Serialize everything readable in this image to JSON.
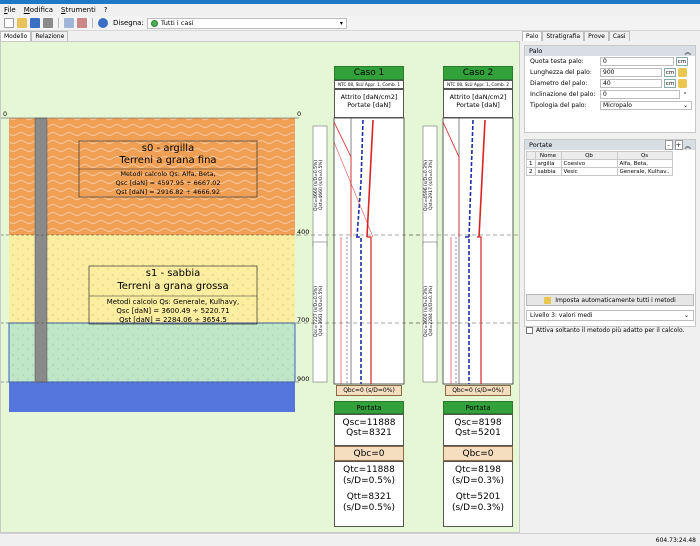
{
  "menu": [
    "File",
    "Modifica",
    "Strumenti",
    "?"
  ],
  "toolbar": {
    "disegna_label": "Disegna:",
    "disegna_value": "Tutti i casi"
  },
  "left_tabs": [
    "Modello",
    "Relazione"
  ],
  "right_tabs": [
    "Palo",
    "Stratigrafia",
    "Prove",
    "Casi"
  ],
  "palo_panel": {
    "title": "Palo",
    "fields": [
      {
        "label": "Quota testa palo:",
        "value": "0",
        "unit": "cm"
      },
      {
        "label": "Lunghezza del palo:",
        "value": "900",
        "unit": "cm"
      },
      {
        "label": "Diametro del palo:",
        "value": "40",
        "unit": "cm"
      },
      {
        "label": "Inclinazione del palo:",
        "value": "0",
        "unit": "°"
      },
      {
        "label": "Tipologia del palo:",
        "value": "Micropalo",
        "unit": ""
      }
    ]
  },
  "portate_panel": {
    "title": "Portate",
    "headers": [
      "Nome",
      "Qb",
      "Qs"
    ],
    "rows": [
      {
        "n": "1",
        "nome": "argilla",
        "qb": "Coesivo",
        "qs": "Alfa, Beta,"
      },
      {
        "n": "2",
        "nome": "sabbia",
        "qb": "Vesic",
        "qs": "Generale, Kulhav.."
      }
    ],
    "auto_button": "Imposta automaticamente tutti i metodi",
    "level_select": "Livello 3: valori medi",
    "checkbox_label": "Attiva soltanto il metodo più adatto per il calcolo."
  },
  "status": "604.73:24.48",
  "soil": {
    "top_label": "0",
    "depth_labels": [
      "0",
      "400",
      "700",
      "900"
    ],
    "layer1": {
      "name": "s0 - argilla",
      "desc": "Terreni a grana fina",
      "method": "Metodi calcolo Qs: Alfa, Beta,",
      "qsc": "Qsc [daN] = 4597.95 ÷ 6667.02",
      "qst": "Qst [daN] = 2916.82 ÷ 4666.92"
    },
    "layer2": {
      "name": "s1 - sabbia",
      "desc": "Terreni a grana grossa",
      "method": "Metodi calcolo Qs: Generale, Kulhavy,",
      "qsc": "Qsc [daN] = 3600.49 ÷ 5220.71",
      "qst": "Qst [daN] = 2284.06 ÷ 3654.5"
    }
  },
  "cases": [
    {
      "title": "Caso 1",
      "subtitle": "NTC 08, SLU Appr. 1, Comb. 1",
      "head1": "Attrito [daN/cm2]",
      "head2": "Portate [daN]",
      "side1": "Qsc=4660 (s/D=0.5%)\nQst=4660 (s/D=0.5%)",
      "side2": "Qsc=7227 (s/D=0.5%)\nQst=3661 (s/D=0.5%)",
      "qbc_small": "Qbc=0 (s/D=0%)",
      "portata": "Portata",
      "qsc": "Qsc=11888",
      "qst": "Qst=8321",
      "qbc": "Qbc=0",
      "qtc": "Qtc=11888",
      "qtc_sd": "(s/D=0.5%)",
      "qtt": "Qtt=8321",
      "qtt_sd": "(s/D=0.5%)"
    },
    {
      "title": "Caso 2",
      "subtitle": "NTC 08, SLU Appr. 1, Comb. 2",
      "head1": "Attrito [daN/cm2]",
      "head2": "Portate [daN]",
      "side1": "Qsc=4596 (s/D=0.3%)\nQst=2917 (s/D=0.3%)",
      "side2": "Qsc=3600 (s/D=0.3%)\nQst=2284 (s/D=0.3%)",
      "qbc_small": "Qbc=0 (s/D=0%)",
      "portata": "Portata",
      "qsc": "Qsc=8198",
      "qst": "Qst=5201",
      "qbc": "Qbc=0",
      "qtc": "Qtc=8198",
      "qtc_sd": "(s/D=0.3%)",
      "qtt": "Qtt=5201",
      "qtt_sd": "(s/D=0.3%)"
    }
  ],
  "colors": {
    "clay": "#f0a055",
    "sand": "#fbeea0",
    "water": "#bfe7c7",
    "base": "#5577dd",
    "green": "#33a13a"
  }
}
